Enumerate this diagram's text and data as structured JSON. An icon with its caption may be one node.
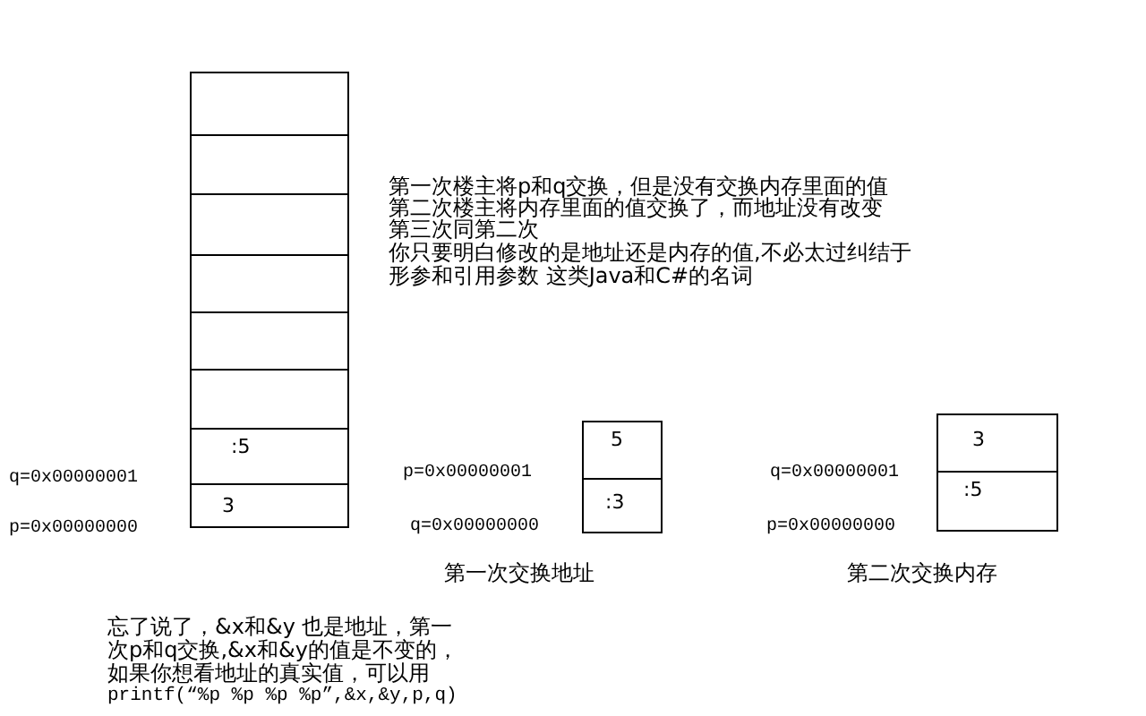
{
  "diagram": {
    "nodes": [
      {
        "text": [],
        "shape": "box"
      },
      {
        "text": [],
        "shape": "box",
        "in": 0
      },
      {
        "text": [],
        "shape": "box",
        "in": 0
      },
      {
        "text": [],
        "shape": "box",
        "in": 0
      },
      {
        "text": [],
        "shape": "box",
        "in": 0
      },
      {
        "text": [],
        "shape": "box",
        "in": 0
      },
      {
        "text": [],
        "shape": "box",
        "in": 0
      },
      {
        "text": [
          ":5"
        ],
        "in": 0
      },
      {
        "text": [
          "3"
        ],
        "in": 0
      },
      {
        "text": [],
        "shape": "box",
        "beside": [
          "第一次交换地址"
        ]
      },
      {
        "text": [
          "5"
        ],
        "in": 9
      },
      {
        "text": [
          ":3"
        ],
        "in": 9
      },
      {
        "text": [],
        "shape": "box",
        "beside": [
          "第二次交换内存"
        ]
      },
      {
        "text": [
          "3"
        ],
        "in": 12
      },
      {
        "text": [
          ":5"
        ],
        "in": 12
      }
    ],
    "labels": [
      "第一次楼主将p和q交换，但是没有交换内存里面的值",
      "第二次楼主将内存里面的值交换了，而地址没有改变",
      "第三次同第二次",
      "你只要明白修改的是地址还是内存的值,不必太过纠结于形参和引用参数 这类Java和C#的名词",
      "q=0x00000001",
      "p=0x00000001",
      "q=0x00000001",
      "p=0x00000000",
      "q=0x00000000",
      "p=0x00000000",
      "忘了说了，&x和&y 也是地址，第一次p和q交换,&x和&y的值是不变的，如果你想看地址的真实值，可以用",
      "printf(“%p %p %p %p”,&x,&y,p,q)"
    ]
  }
}
